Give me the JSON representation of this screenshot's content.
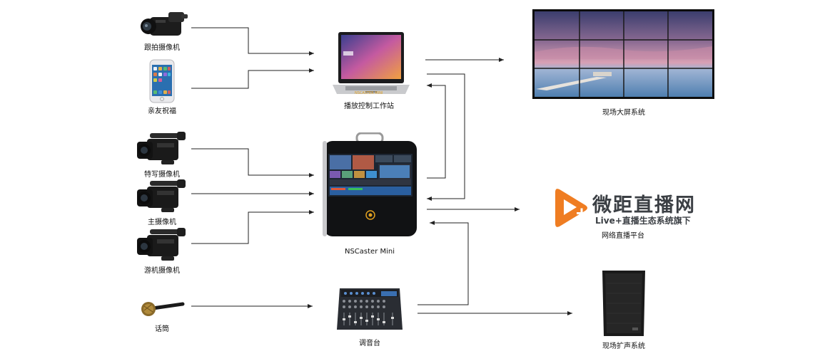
{
  "sources": [
    {
      "id": "follow_cam",
      "label": "跟拍摄像机",
      "icon": "camcorder-icon"
    },
    {
      "id": "phone",
      "label": "亲友祝福",
      "icon": "smartphone-icon"
    },
    {
      "id": "closeup_cam",
      "label": "特写摄像机",
      "icon": "professional-camera-icon"
    },
    {
      "id": "main_cam",
      "label": "主摄像机",
      "icon": "professional-camera-icon"
    },
    {
      "id": "roam_cam",
      "label": "游机摄像机",
      "icon": "professional-camera-icon"
    },
    {
      "id": "mic",
      "label": "话筒",
      "icon": "microphone-icon"
    }
  ],
  "hub": {
    "workstation": {
      "label": "播放控制工作站",
      "icon": "laptop-icon"
    },
    "switcher": {
      "label": "NSCaster Mini",
      "icon": "video-switcher-icon",
      "screen_text": "NSCASTER MINI"
    },
    "mixer": {
      "label": "调音台",
      "icon": "audio-mixer-icon"
    }
  },
  "outputs": {
    "video_wall": {
      "label": "现场大屏系统",
      "icon": "video-wall-icon"
    },
    "live_platform": {
      "label": "网络直播平台",
      "logo_name": "微距直播网",
      "logo_tagline": "Live+直播生态系统旗下",
      "icon": "play-logo-icon"
    },
    "speaker": {
      "label": "现场扩声系统",
      "icon": "speaker-icon"
    }
  },
  "colors": {
    "wire": "#222222",
    "logo_orange": "#ef7d22",
    "logo_text": "#3b3f44"
  }
}
